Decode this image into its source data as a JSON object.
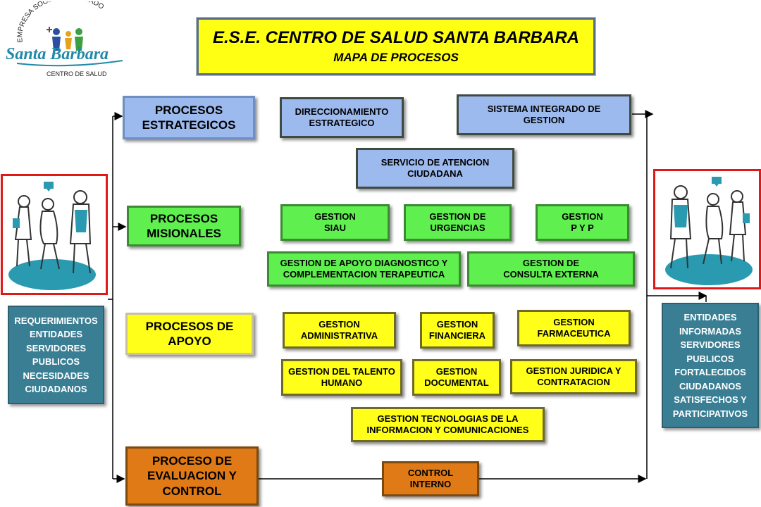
{
  "logo": {
    "arc_text": "EMPRESA SOCIAL DEL ESTADO",
    "brand": "Santa Barbara",
    "sub": "CENTRO DE SALUD"
  },
  "title": {
    "line1": "E.S.E. CENTRO DE SALUD  SANTA BARBARA",
    "line2": "MAPA DE PROCESOS"
  },
  "categories": {
    "estrategicos": [
      "PROCESOS",
      "ESTRATEGICOS"
    ],
    "misionales": [
      "PROCESOS",
      "MISIONALES"
    ],
    "apoyo": [
      "PROCESOS DE",
      "APOYO"
    ],
    "evaluacion": [
      "PROCESO DE",
      "EVALUACION Y",
      "CONTROL"
    ]
  },
  "estrategicos": {
    "direccionamiento": [
      "DIRECCIONAMIENTO",
      "ESTRATEGICO"
    ],
    "sistema": [
      "SISTEMA INTEGRADO DE",
      "GESTION"
    ],
    "servicio": [
      "SERVICIO DE ATENCION",
      "CIUDADANA"
    ]
  },
  "misionales": {
    "siau": [
      "GESTION",
      "SIAU"
    ],
    "urgencias": [
      "GESTION DE",
      "URGENCIAS"
    ],
    "pyp": [
      "GESTION",
      "P Y P"
    ],
    "apoyo_diag": [
      "GESTION DE APOYO  DIAGNOSTICO Y",
      "COMPLEMENTACION TERAPEUTICA"
    ],
    "consulta": [
      "GESTION DE",
      "CONSULTA EXTERNA"
    ]
  },
  "apoyo": {
    "administrativa": [
      "GESTION",
      "ADMINISTRATIVA"
    ],
    "financiera": [
      "GESTION",
      "FINANCIERA"
    ],
    "farmaceutica": [
      "GESTION",
      "FARMACEUTICA"
    ],
    "talento": [
      "GESTION DEL TALENTO",
      "HUMANO"
    ],
    "documental": [
      "GESTION",
      "DOCUMENTAL"
    ],
    "juridica": [
      "GESTION JURIDICA Y",
      "CONTRATACION"
    ],
    "tecnologias": [
      "GESTION TECNOLOGIAS DE LA",
      "INFORMACION Y COMUNICACIONES"
    ]
  },
  "evaluacion": {
    "control": [
      "CONTROL",
      "INTERNO"
    ]
  },
  "inputs": [
    "REQUERIMIENTOS",
    "ENTIDADES",
    "SERVIDORES",
    "PUBLICOS",
    "NECESIDADES",
    "CIUDADANOS"
  ],
  "outputs": [
    "ENTIDADES",
    "INFORMADAS",
    "SERVIDORES",
    "PUBLICOS",
    "FORTALECIDOS",
    "CIUDADANOS",
    "SATISFECHOS Y",
    "PARTICIPATIVOS"
  ],
  "colors": {
    "strategic": "#9dbaef",
    "missional": "#5ff050",
    "support": "#ffff1a",
    "evaluation": "#e07a16",
    "io": "#3a7e94",
    "frame": "#e01818"
  }
}
